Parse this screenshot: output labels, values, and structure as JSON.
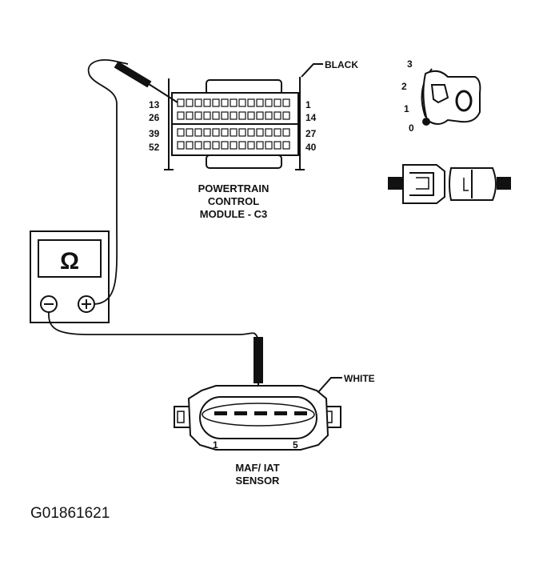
{
  "pcm": {
    "color_label": "BLACK",
    "title_lines": [
      "POWERTRAIN",
      "CONTROL",
      "MODULE - C3"
    ],
    "pins_left": [
      "13",
      "26",
      "39",
      "52"
    ],
    "pins_right": [
      "1",
      "14",
      "27",
      "40"
    ]
  },
  "ignition": {
    "positions": [
      "3",
      "2",
      "1",
      "0"
    ]
  },
  "meter": {
    "symbol": "Ω"
  },
  "maf": {
    "color_label": "WHITE",
    "pin_left": "1",
    "pin_right": "5",
    "title_lines": [
      "MAF/ IAT",
      "SENSOR"
    ]
  },
  "figure_id": "G01861621"
}
